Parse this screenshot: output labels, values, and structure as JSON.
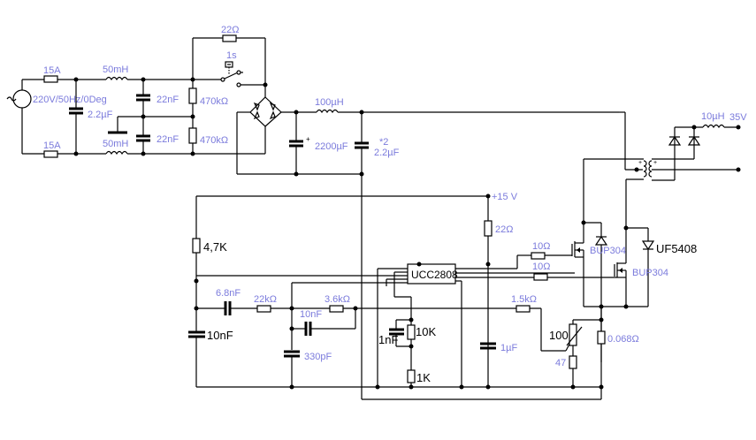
{
  "title": "UCC2808 push-pull switching power supply schematic",
  "colors": {
    "wire": "#000000",
    "value_label": "#7b7bdc",
    "part_label": "#000000",
    "background": "#ffffff"
  },
  "input": {
    "source": "220V/50Hz/0Deg",
    "fuse_top": "15A",
    "fuse_bottom": "15A",
    "x_cap": "2.2µF",
    "choke_top": "50mH",
    "choke_bottom": "50mH",
    "y_cap_top": "22nF",
    "y_cap_bottom": "22nF",
    "bleeder_top": "470kΩ",
    "bleeder_bottom": "470kΩ",
    "inrush_resistor": "22Ω",
    "relay_timer": "1s"
  },
  "rectifier": {
    "bulk_cap": "2200µF",
    "filter_inductor": "100µH",
    "film_cap_mult": "*2",
    "film_cap": "2.2µF"
  },
  "output": {
    "inductor": "10µH",
    "voltage": "35V"
  },
  "control": {
    "ic": "UCC2808",
    "supply": "+15 V",
    "vcc_resistor": "22Ω",
    "gate_resistor_1": "10Ω",
    "gate_resistor_2": "10Ω",
    "mosfet_1": "BUP304",
    "mosfet_2": "BUP304",
    "clamp_diode": "UF5408",
    "r_top": "4,7K",
    "c_timing": "10nF",
    "c_comp_1": "6.8nF",
    "r_comp_1": "22kΩ",
    "r_comp_2": "3.6kΩ",
    "c_comp_2": "10nF",
    "c_comp_3": "330pF",
    "c_osc": "1nF",
    "r_osc_1": "10K",
    "r_osc_2": "1K",
    "c_vdd": "1µF",
    "r_cs": "1.5kΩ",
    "pot": "100",
    "r_pot_bottom": "47",
    "r_shunt": "0.068Ω"
  }
}
